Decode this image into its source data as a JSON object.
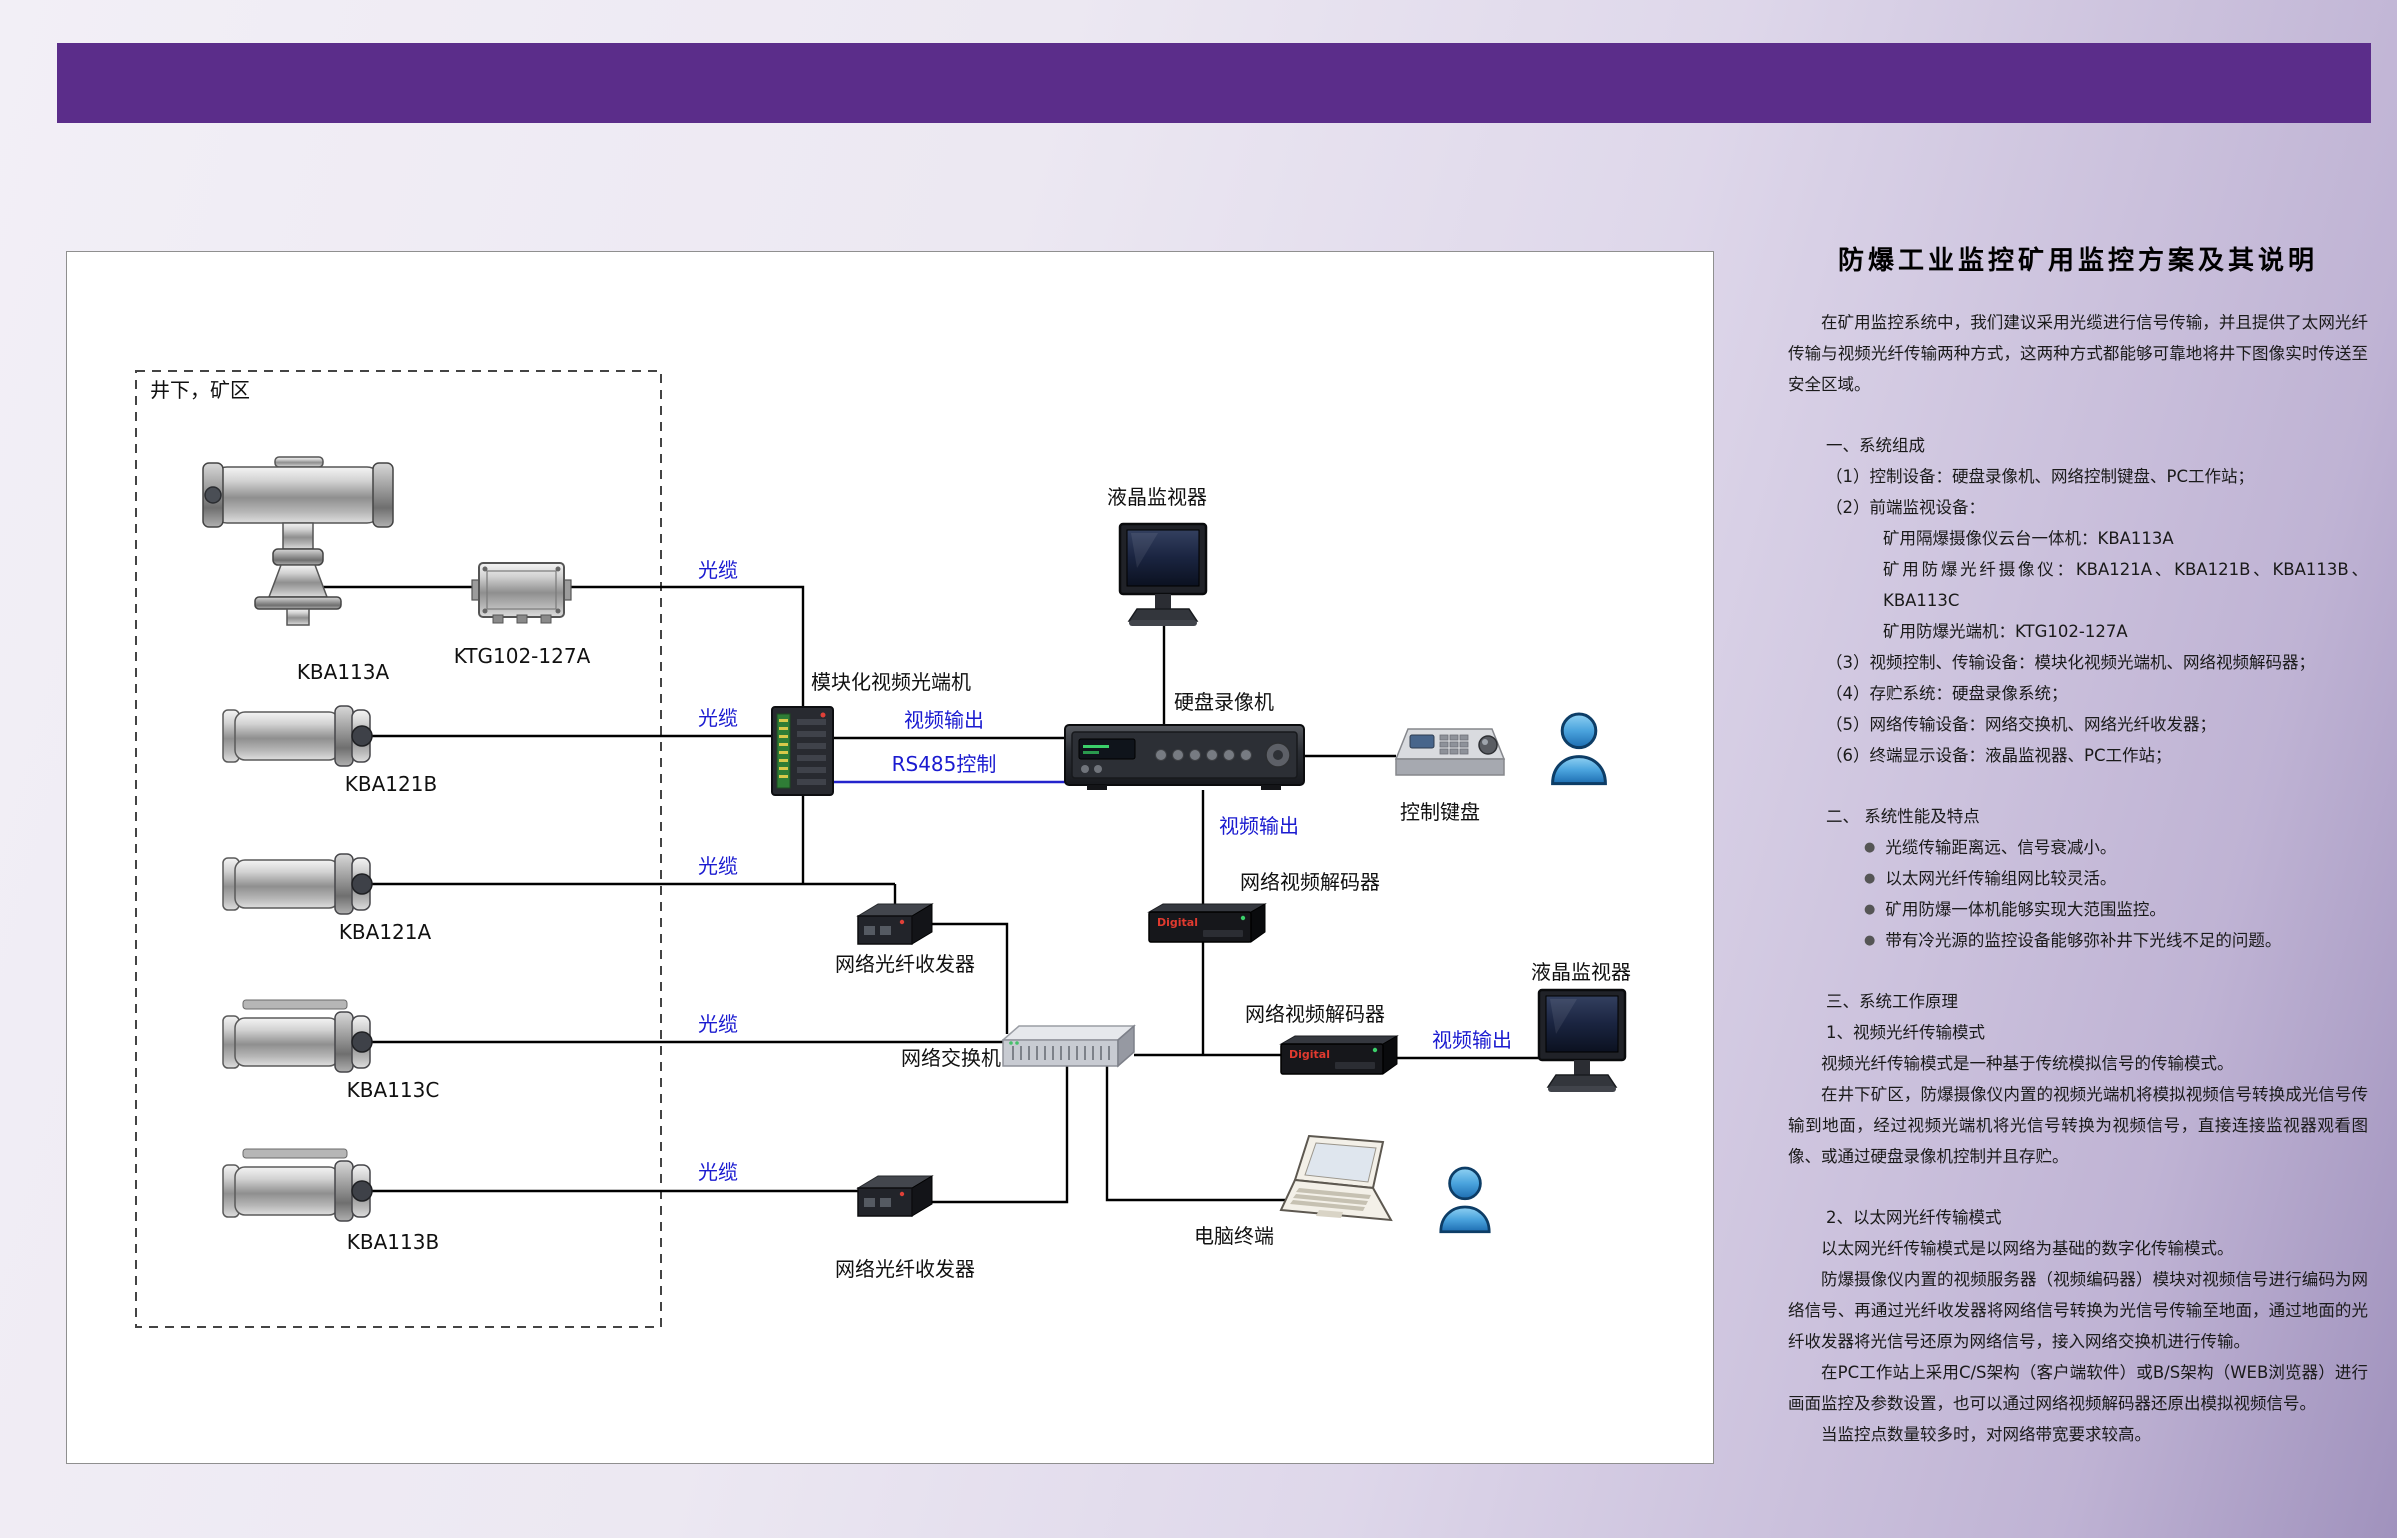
{
  "colors": {
    "title_bar": "#5b2d8a",
    "link_label_blue": "#1b1bd0",
    "diagram_line": "#000000",
    "rs485_line": "#2424cc"
  },
  "diagram": {
    "zone_label": "井下，矿区",
    "brand": "Digital",
    "device_labels": {
      "kba113a": "KBA113A",
      "ktg102": "KTG102-127A",
      "kba121b": "KBA121B",
      "kba121a": "KBA121A",
      "kba113c": "KBA113C",
      "kba113b": "KBA113B",
      "optical_terminal": "模块化视频光端机",
      "monitor_top": "液晶监视器",
      "dvr": "硬盘录像机",
      "control_keyboard": "控制键盘",
      "decoder_1": "网络视频解码器",
      "fiber_transceiver_1": "网络光纤收发器",
      "network_switch": "网络交换机",
      "decoder_2": "网络视频解码器",
      "monitor_right": "液晶监视器",
      "pc_terminal": "电脑终端",
      "fiber_transceiver_2": "网络光纤收发器"
    },
    "link_labels": {
      "fiber": "光缆",
      "video_out": "视频输出",
      "rs485": "RS485控制"
    }
  },
  "article": {
    "title": "防爆工业监控矿用监控方案及其说明",
    "intro": "在矿用监控系统中，我们建议采用光缆进行信号传输，并且提供了太网光纤传输与视频光纤传输两种方式，这两种方式都能够可靠地将井下图像实时传送至安全区域。",
    "s1_heading": "一、系统组成",
    "s1_items": [
      "（1）控制设备：硬盘录像机、网络控制键盘、PC工作站；",
      "（2）前端监视设备：",
      "矿用隔爆摄像仪云台一体机：KBA113A",
      "矿用防爆光纤摄像仪：KBA121A、KBA121B、KBA113B、KBA113C",
      "矿用防爆光端机：KTG102-127A",
      "（3）视频控制、传输设备：模块化视频光端机、网络视频解码器；",
      "（4）存贮系统：硬盘录像系统；",
      "（5）网络传输设备：网络交换机、网络光纤收发器；",
      "（6）终端显示设备：液晶监视器、PC工作站；"
    ],
    "s2_heading": "二、 系统性能及特点",
    "bullet_char": "●",
    "s2_bullets": [
      "光缆传输距离远、信号衰减小。",
      "以太网光纤传输组网比较灵活。",
      "矿用防爆一体机能够实现大范围监控。",
      "带有冷光源的监控设备能够弥补井下光线不足的问题。"
    ],
    "s3_heading": "三、系统工作原理",
    "s3_sub1_heading": "1、视频光纤传输模式",
    "s3_sub1_paras": [
      "视频光纤传输模式是一种基于传统模拟信号的传输模式。",
      "在井下矿区，防爆摄像仪内置的视频光端机将模拟视频信号转换成光信号传输到地面，经过视频光端机将光信号转换为视频信号，直接连接监视器观看图像、或通过硬盘录像机控制并且存贮。"
    ],
    "s3_sub2_heading": "2、以太网光纤传输模式",
    "s3_sub2_paras": [
      "以太网光纤传输模式是以网络为基础的数字化传输模式。",
      "防爆摄像仪内置的视频服务器（视频编码器）模块对视频信号进行编码为网络信号、再通过光纤收发器将网络信号转换为光信号传输至地面，通过地面的光纤收发器将光信号还原为网络信号，接入网络交换机进行传输。",
      "在PC工作站上采用C/S架构（客户端软件）或B/S架构（WEB浏览器）进行画面监控及参数设置，也可以通过网络视频解码器还原出模拟视频信号。",
      "当监控点数量较多时，对网络带宽要求较高。"
    ]
  }
}
